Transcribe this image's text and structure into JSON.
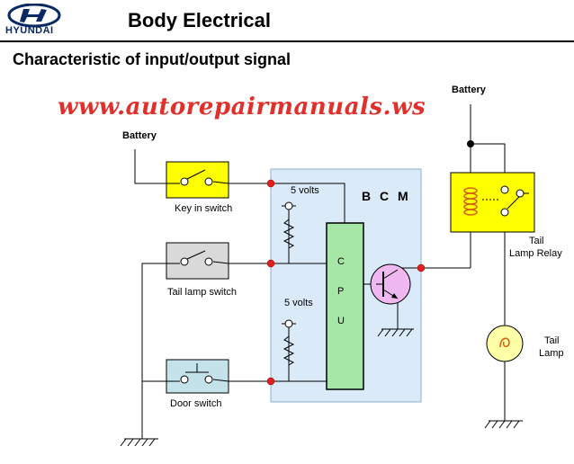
{
  "header": {
    "brand": "HYUNDAI",
    "title": "Body Electrical"
  },
  "subtitle": "Characteristic of input/output signal",
  "watermark": "www.autorepairmanuals.ws",
  "diagram": {
    "battery_left": "Battery",
    "battery_right": "Battery",
    "key_in_switch": "Key in switch",
    "tail_lamp_switch": "Tail lamp switch",
    "door_switch": "Door switch",
    "bcm": "B C M",
    "volts_top": "5 volts",
    "volts_bottom": "5 volts",
    "cpu": [
      "C",
      "P",
      "U"
    ],
    "relay": [
      "Tail",
      "Lamp Relay"
    ],
    "lamp": [
      "Tail",
      "Lamp"
    ]
  },
  "colors": {
    "switch_yellow": "#ffff00",
    "switch_gray": "#d9d9d9",
    "switch_blue": "#c3e2ea",
    "bcm_fill": "#dbeaf8",
    "cpu_green": "#a6e6a6",
    "transistor_pink": "#f0b8f0",
    "junction_red": "#e0201c",
    "watermark_red": "#e0302c",
    "brand_navy": "#0b2a63"
  }
}
